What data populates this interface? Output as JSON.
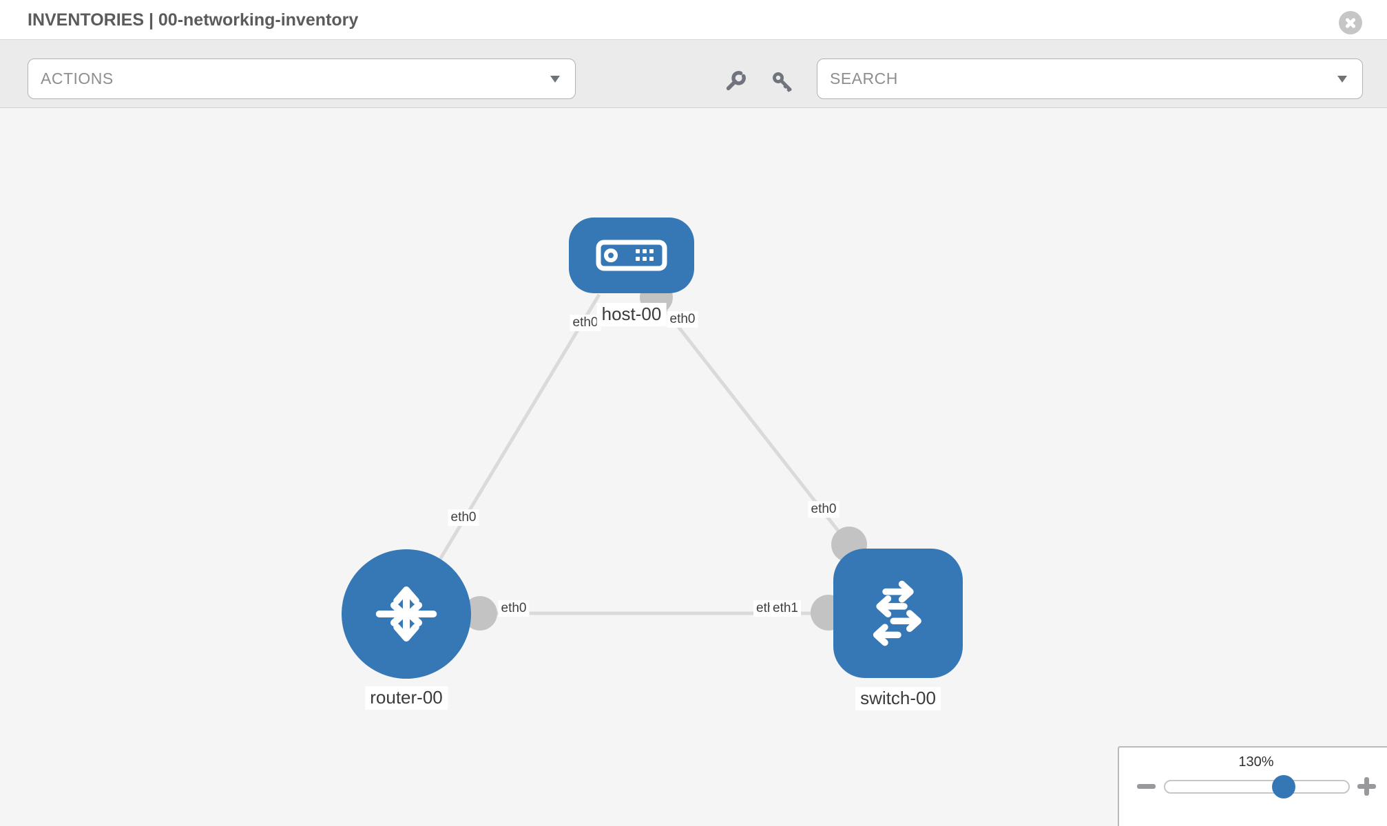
{
  "header": {
    "title": "INVENTORIES | 00-networking-inventory"
  },
  "toolbar": {
    "actions_placeholder": "ACTIONS",
    "search_placeholder": "SEARCH"
  },
  "icons": {
    "close": "circle-x-icon",
    "wrench": "wrench-icon",
    "key": "key-icon",
    "dropdown_caret": "caret-down-icon",
    "zoom_out": "minus-icon",
    "zoom_in": "plus-icon"
  },
  "colors": {
    "node_blue": "#3678b5",
    "link_gray": "#dadada",
    "port_gray": "#c3c3c3",
    "toolbar_bg": "#ebebeb",
    "canvas_bg": "#f5f5f6",
    "slider_handle_blue": "#3577b5"
  },
  "topology": {
    "node_labels": {
      "host": "host-00",
      "router": "router-00",
      "switch": "switch-00"
    },
    "iface_labels": {
      "host_left": "eth0",
      "host_right": "eth0",
      "router_top": "eth0",
      "switch_top": "eth0",
      "mid_router_side": "eth0",
      "mid_switch_side_under": "eth0",
      "mid_switch_side_top": "eth1"
    },
    "links": [
      {
        "from": "host-00",
        "to": "router-00",
        "from_iface": "eth0",
        "to_iface": "eth0"
      },
      {
        "from": "host-00",
        "to": "switch-00",
        "from_iface": "eth0",
        "to_iface": "eth0"
      },
      {
        "from": "router-00",
        "to": "switch-00",
        "from_iface": "eth0",
        "to_iface": "eth1"
      }
    ]
  },
  "zoom_control": {
    "value": "130%"
  }
}
